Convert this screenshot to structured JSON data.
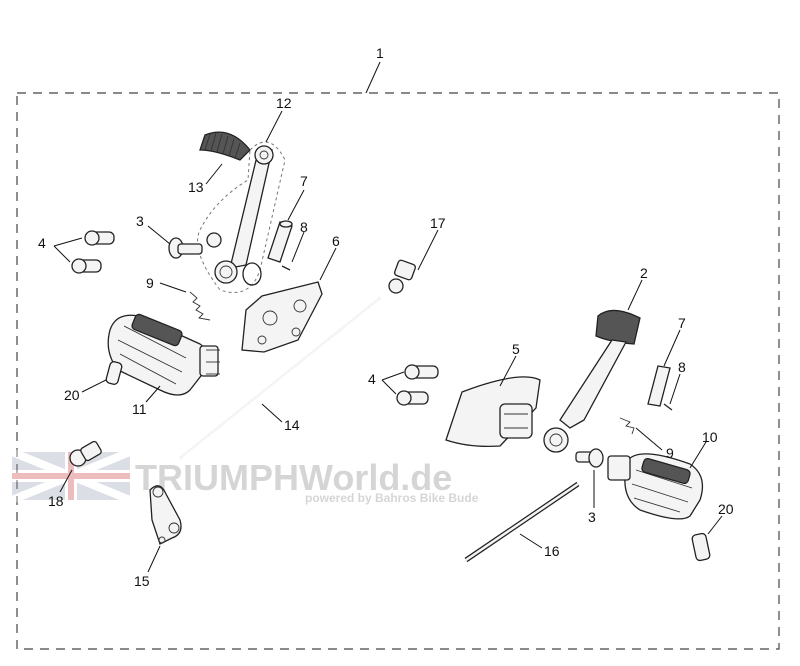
{
  "diagram": {
    "callouts": [
      "1",
      "12",
      "13",
      "7",
      "8",
      "3",
      "4",
      "6",
      "17",
      "9",
      "2",
      "7",
      "8",
      "5",
      "4",
      "20",
      "11",
      "14",
      "9",
      "10",
      "18",
      "3",
      "20",
      "16",
      "15"
    ]
  },
  "watermark": {
    "brand": "TRIUMPHWorld.de",
    "tagline": "powered by Bahros Bike Bude"
  },
  "colors": {
    "line": "#222222",
    "frame_dash": "#444444",
    "watermark": "#b8b8b8"
  }
}
